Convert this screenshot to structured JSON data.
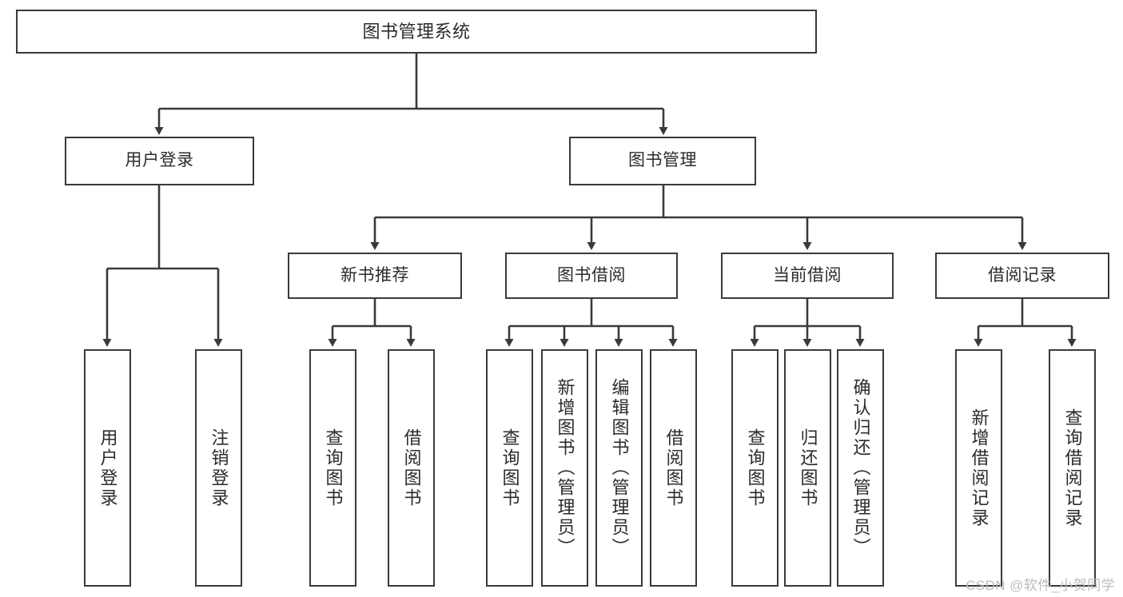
{
  "diagram": {
    "title": "图书管理系统",
    "type": "tree",
    "root": {
      "label": "图书管理系统"
    },
    "level2": [
      {
        "label": "用户登录"
      },
      {
        "label": "图书管理"
      }
    ],
    "level3": [
      {
        "label": "新书推荐",
        "parent": "图书管理"
      },
      {
        "label": "图书借阅",
        "parent": "图书管理"
      },
      {
        "label": "当前借阅",
        "parent": "图书管理"
      },
      {
        "label": "借阅记录",
        "parent": "图书管理"
      }
    ],
    "leaves": [
      {
        "label": "用户登录",
        "parent": "用户登录"
      },
      {
        "label": "注销登录",
        "parent": "用户登录"
      },
      {
        "label": "查询图书",
        "parent": "新书推荐"
      },
      {
        "label": "借阅图书",
        "parent": "新书推荐"
      },
      {
        "label": "查询图书",
        "parent": "图书借阅"
      },
      {
        "label": "新增图书（管理员）",
        "parent": "图书借阅"
      },
      {
        "label": "编辑图书（管理员）",
        "parent": "图书借阅"
      },
      {
        "label": "借阅图书",
        "parent": "图书借阅"
      },
      {
        "label": "查询图书",
        "parent": "当前借阅"
      },
      {
        "label": "归还图书",
        "parent": "当前借阅"
      },
      {
        "label": "确认归还（管理员）",
        "parent": "当前借阅"
      },
      {
        "label": "新增借阅记录",
        "parent": "借阅记录"
      },
      {
        "label": "查询借阅记录",
        "parent": "借阅记录"
      }
    ],
    "colors": {
      "box_stroke": "#3a3a3a",
      "box_fill": "#ffffff",
      "connector": "#3a3a3a",
      "text": "#2b2b2b",
      "watermark": "#b9bcc0"
    }
  },
  "watermark": {
    "text": "CSDN @软件_小贺同学"
  }
}
